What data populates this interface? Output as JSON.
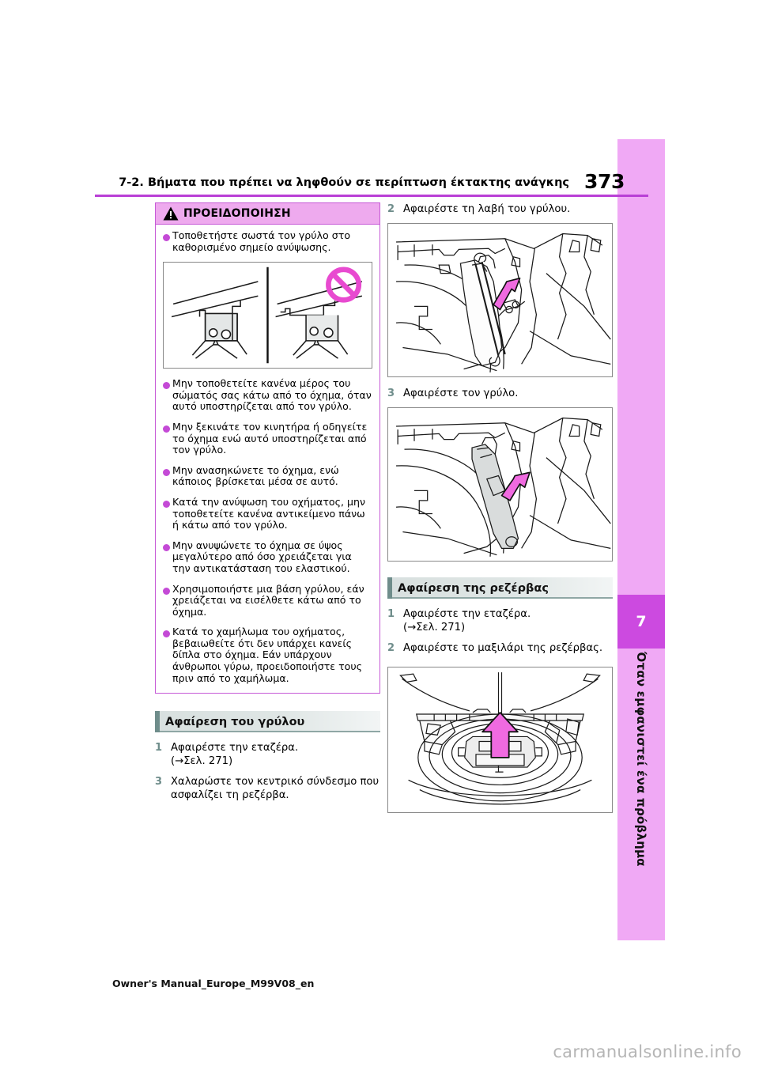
{
  "header": {
    "section_title": "7-2. Βήματα που πρέπει να ληφθούν σε περίπτωση έκτακτης ανάγκης",
    "page_number": "373",
    "rule_color": "#b93fd6"
  },
  "sidebar": {
    "chapter_number": "7",
    "chapter_title": "Όταν εμφανιστεί ένα πρόβλημα",
    "strip_color": "#f0a9f5",
    "tab_color": "#cc4ae0"
  },
  "warning_box": {
    "icon": "warning-triangle-icon",
    "heading": "ΠΡΟΕΙΔΟΠΟΙΗΣΗ",
    "header_bg": "#eeaaee",
    "border_color": "#c659d6",
    "bullet_color": "#c44ad6",
    "bullets": [
      "Τοποθετήστε σωστά τον γρύλο στο καθορισμένο σημείο ανύψωσης.",
      "Μην τοποθετείτε κανένα μέρος του σώματός σας κάτω από το όχημα, όταν αυτό υποστηρίζεται από τον γρύλο.",
      "Μην ξεκινάτε τον κινητήρα ή οδηγείτε το όχημα ενώ αυτό υποστηρίζεται από τον γρύλο.",
      "Μην ανασηκώνετε το όχημα, ενώ κάποιος βρίσκεται μέσα σε αυτό.",
      "Κατά την ανύψωση του οχήματος, μην τοποθετείτε κανένα αντικείμενο πάνω ή κάτω από τον γρύλο.",
      "Μην ανυψώνετε το όχημα σε ύψος μεγαλύτερο από όσο χρειάζεται για την αντικατάσταση του ελαστικού.",
      "Χρησιμοποιήστε μια βάση γρύλου, εάν χρειάζεται να εισέλθετε κάτω από το όχημα.",
      "Κατά το χαμήλωμα του οχήματος, βεβαιωθείτε ότι δεν υπάρχει κανείς δίπλα στο όχημα. Εάν υπάρχουν άνθρωποι γύρω, προειδοποιήστε τους πριν από το χαμήλωμα."
    ],
    "figure": {
      "name": "jack-placement-correct-incorrect-figure",
      "prohibition_symbol_color": "#e84ad0"
    }
  },
  "section_jack": {
    "heading": "Αφαίρεση του γρύλου",
    "steps": [
      {
        "num": "1",
        "text": "Αφαιρέστε την εταζέρα.\n(→Σελ. 271)"
      },
      {
        "num": "3",
        "text": "Χαλαρώστε τον κεντρικό σύνδεσμο που ασφαλίζει τη ρεζέρβα."
      }
    ]
  },
  "right_column": {
    "step2": {
      "num": "2",
      "text": "Αφαιρέστε τη λαβή του γρύλου."
    },
    "figure2": {
      "name": "jack-handle-removal-figure",
      "arrow_color": "#f06ae0"
    },
    "step3": {
      "num": "3",
      "text": "Αφαιρέστε τον γρύλο."
    },
    "figure3": {
      "name": "jack-removal-figure",
      "arrow_color": "#f06ae0"
    }
  },
  "section_spare": {
    "heading": "Αφαίρεση της ρεζέρβας",
    "steps": [
      {
        "num": "1",
        "text": "Αφαιρέστε την εταζέρα.\n(→Σελ. 271)"
      },
      {
        "num": "2",
        "text": "Αφαιρέστε το μαξιλάρι της ρεζέρβας."
      }
    ],
    "figure": {
      "name": "spare-tire-cushion-removal-figure",
      "arrow_color": "#f06ae0"
    }
  },
  "footer": {
    "document_id": "Owner's Manual_Europe_M99V08_en",
    "watermark": "carmanualsonline.info"
  }
}
